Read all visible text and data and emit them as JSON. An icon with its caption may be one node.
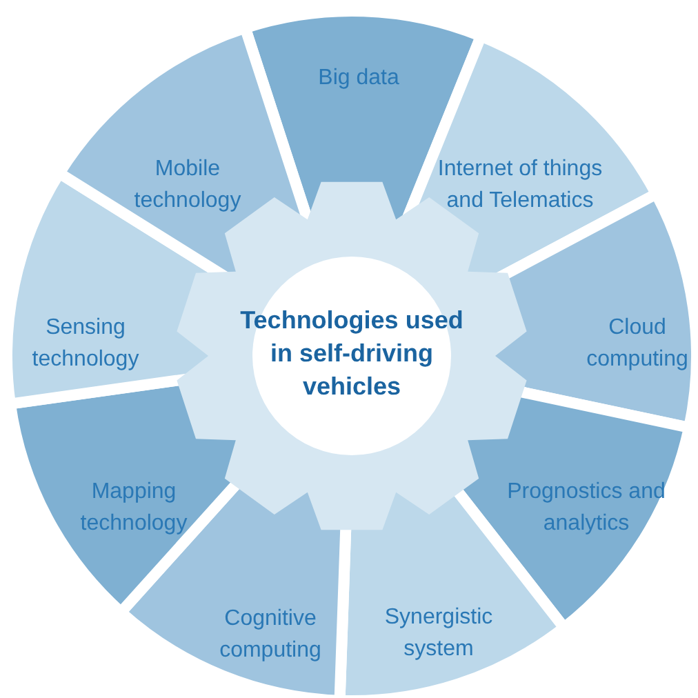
{
  "diagram": {
    "nodes": [
      {
        "text": [
          "Technologies used in self-driving vehicles"
        ]
      },
      {
        "text": [
          "Big data"
        ]
      },
      {
        "text": [
          "Internet of things and Telematics"
        ]
      },
      {
        "text": [
          "Cloud computing"
        ]
      },
      {
        "text": [
          "Prognostics and analytics"
        ]
      },
      {
        "text": [
          "Synergistic system"
        ]
      },
      {
        "text": [
          "Cognitive computing"
        ]
      },
      {
        "text": [
          "Mapping technology"
        ]
      },
      {
        "text": [
          "Sensing technology"
        ]
      },
      {
        "text": [
          "Mobile technology"
        ]
      }
    ]
  }
}
